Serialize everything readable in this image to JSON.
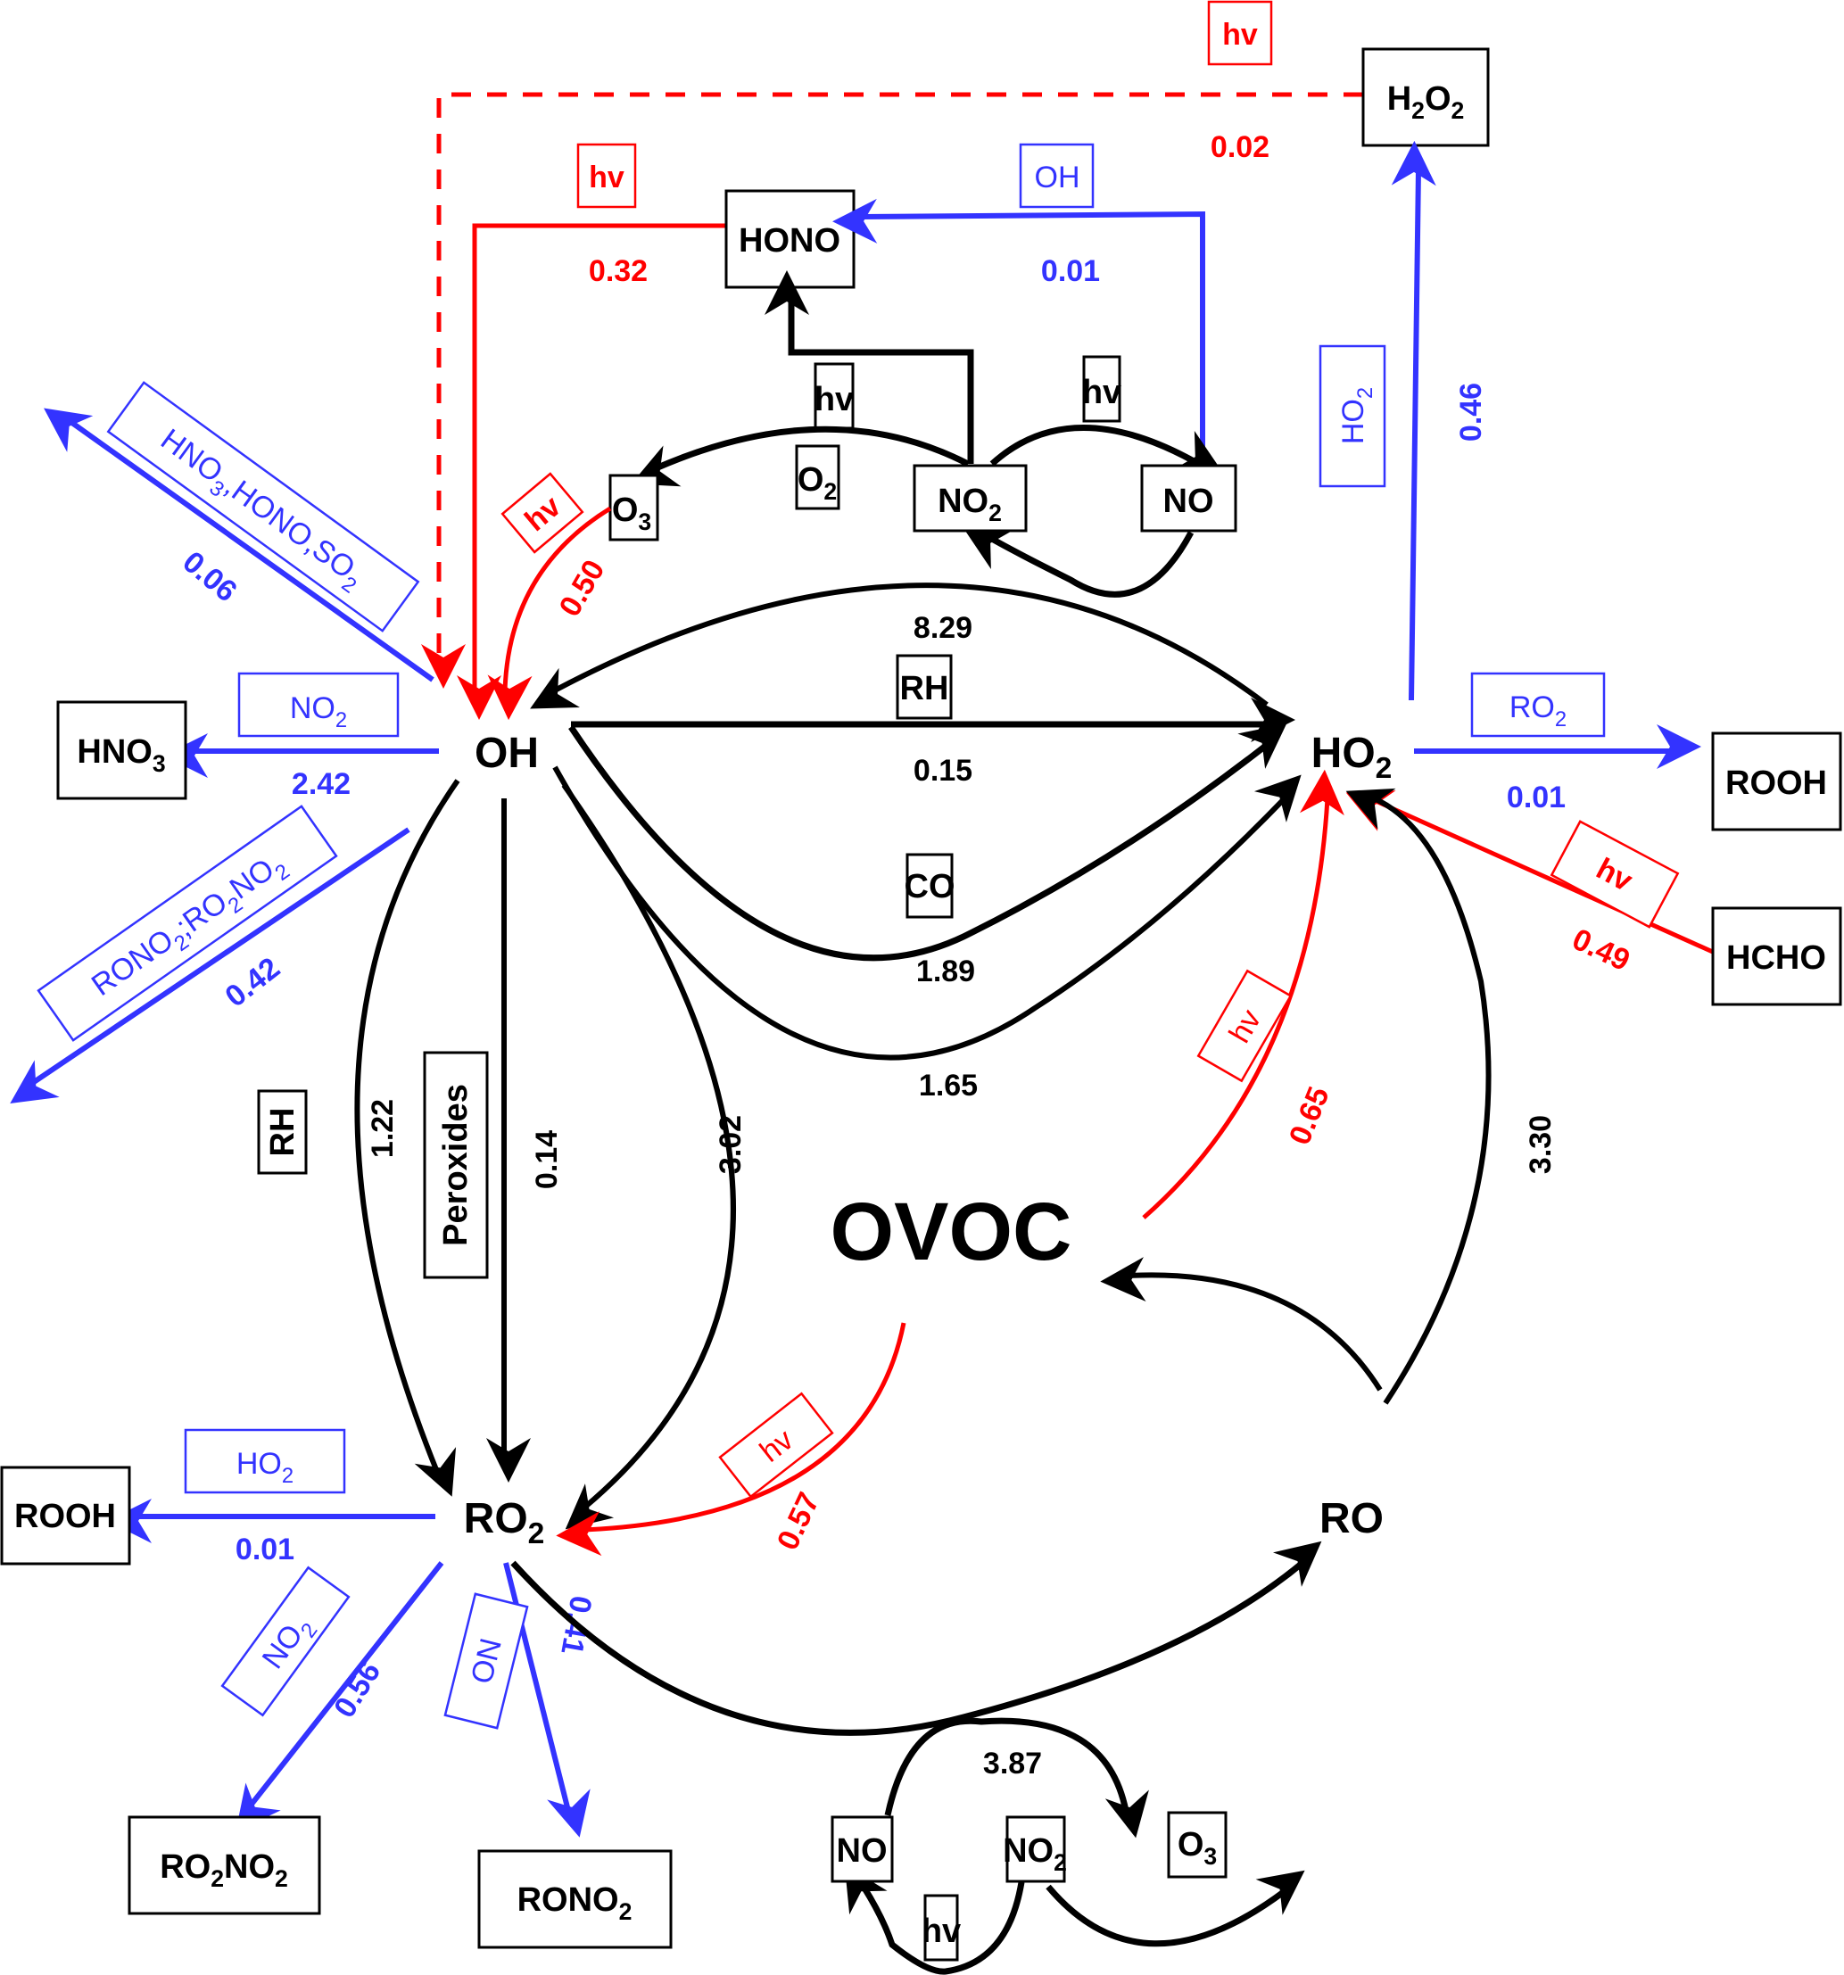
{
  "colors": {
    "photolysis": "#ff0000",
    "radical_loss": "#3333ff",
    "main_cycle": "#000000"
  },
  "central_nodes": {
    "oh": "OH",
    "ho2": {
      "main": "HO",
      "sub": "2"
    },
    "ro2": {
      "main": "RO",
      "sub": "2"
    },
    "ro": "RO",
    "ovoc": "OVOC"
  },
  "species_boxes": {
    "h2o2": {
      "p1": "H",
      "s1": "2",
      "p2": "O",
      "s2": "2"
    },
    "hono_top": "HONO",
    "o3_top": {
      "main": "O",
      "sub": "3"
    },
    "no2_top": {
      "main": "NO",
      "sub": "2"
    },
    "no_top": "NO",
    "hno3": {
      "main": "HNO",
      "sub": "3"
    },
    "rooh_right": "ROOH",
    "hcho": "HCHO",
    "rooh_left": "ROOH",
    "ro2no2": {
      "p1": "RO",
      "s1": "2",
      "p2": "NO",
      "s2": "2"
    },
    "rono2": {
      "main": "RONO",
      "sub": "2"
    },
    "no_bottom": "NO",
    "no2_bottom": {
      "main": "NO",
      "sub": "2"
    },
    "o3_bottom": {
      "main": "O",
      "sub": "3"
    }
  },
  "reactant_labels": {
    "hv": "hv",
    "o2": {
      "main": "O",
      "sub": "2"
    },
    "oh_hono": "OH",
    "ho2_h2o2": {
      "main": "HO",
      "sub": "2"
    },
    "ro2_rooh": {
      "main": "RO",
      "sub": "2"
    },
    "no2_hno3": {
      "main": "NO",
      "sub": "2"
    },
    "oh_loss_other": {
      "t1": "HNO",
      "s1": "3",
      "t2": ",HONO,SO",
      "s2": "2"
    },
    "oh_loss_org": {
      "t1": "RONO",
      "s1": "2",
      "t2": ";RO",
      "s2": "2",
      "t3": "NO",
      "s3": "2"
    },
    "rh_top": "RH",
    "co": "CO",
    "rh_left": "RH",
    "peroxides": "Peroxides",
    "ho2_rooh": {
      "main": "HO",
      "sub": "2"
    },
    "no2_ro2no2": {
      "main": "NO",
      "sub": "2"
    },
    "no_rono2": "NO"
  },
  "rates": {
    "h2o2_to_oh": "0.02",
    "hono_to_oh": "0.32",
    "oh_to_hono": "0.01",
    "o3_to_oh": "0.50",
    "ho2_to_h2o2": "0.46",
    "oh_loss_other": "0.06",
    "oh_to_hno3": "2.42",
    "oh_loss_org": "0.42",
    "ho2_to_oh": "8.29",
    "oh_rh_to_ho2": "0.15",
    "oh_co_to_ho2": "1.89",
    "oh_other_to_ho2": "1.65",
    "ho2_to_rooh": "0.01",
    "hcho_to_ho2": "0.49",
    "ovoc_to_ho2": "0.65",
    "ro_to_ho2": "3.30",
    "oh_rh_to_ro2": "1.22",
    "oh_perox_to_ro2": "0.14",
    "oh_to_ro2_other": "3.02",
    "ovoc_to_ro2": "0.57",
    "ro2_to_rooh": "0.01",
    "ro2_to_ro2no2": "0.56",
    "ro2_to_rono2": "0.41",
    "ro2_to_ro": "3.87"
  }
}
